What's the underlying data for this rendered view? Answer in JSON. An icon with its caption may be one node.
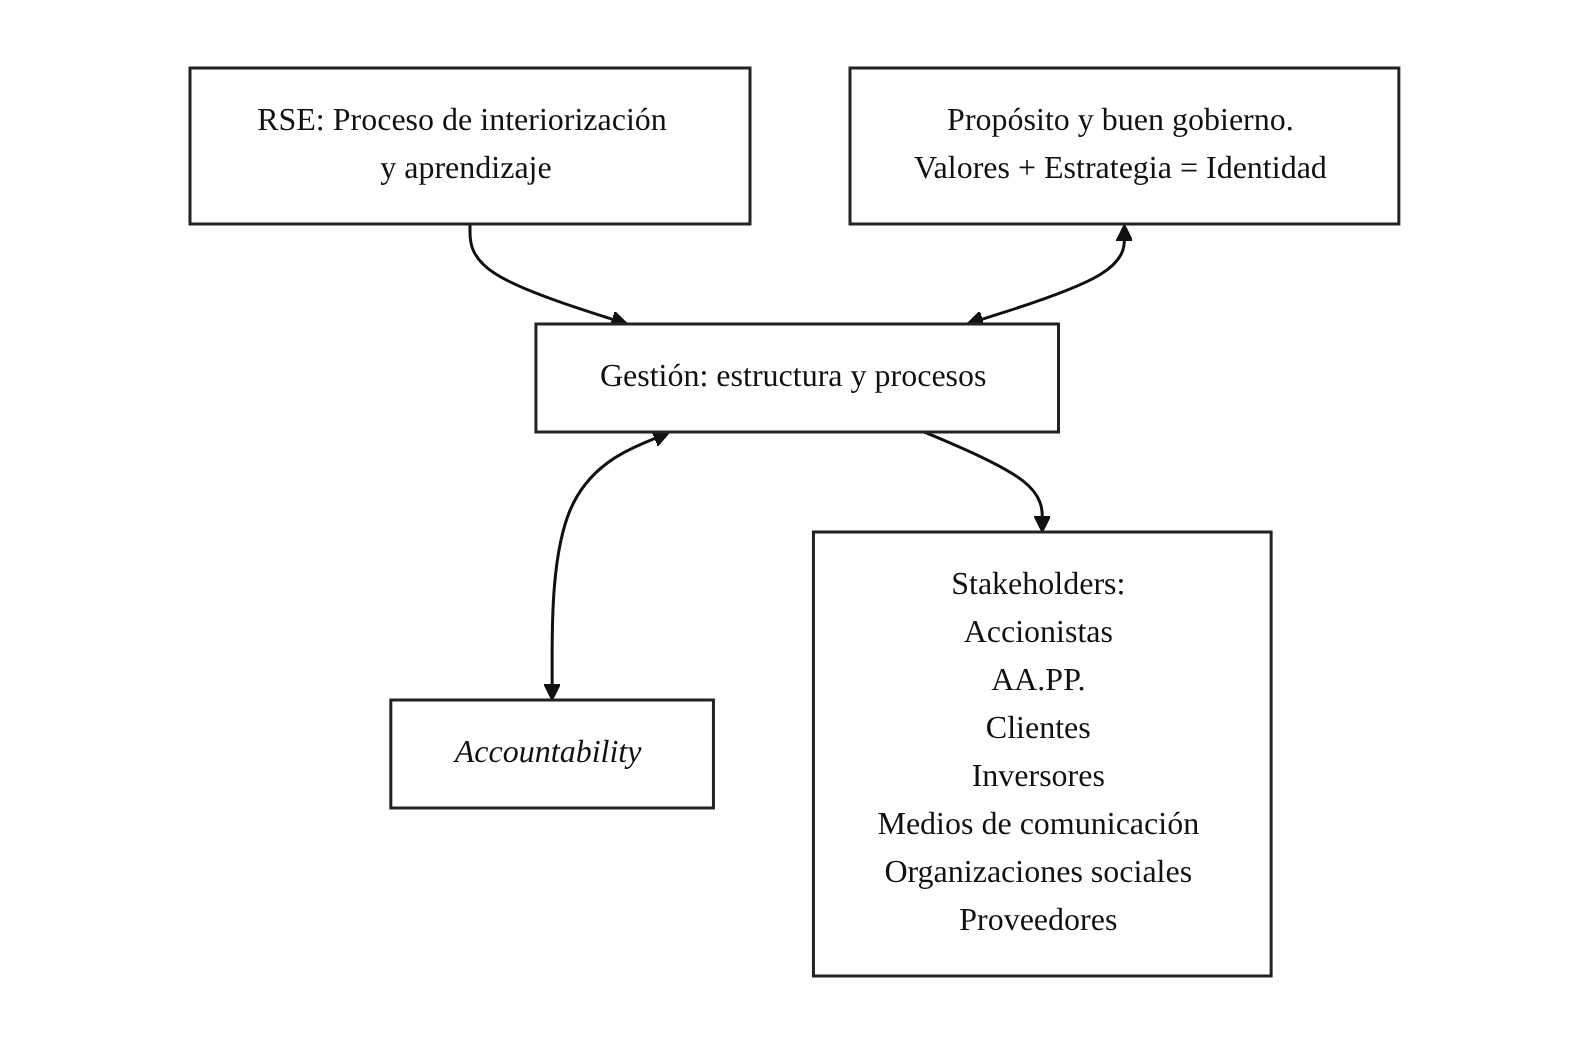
{
  "diagram": {
    "nodes": [
      {
        "text": [
          "RSE: Proceso de interiorización y aprendizaje"
        ]
      },
      {
        "text": [
          "Gestión: estructura y procesos"
        ]
      },
      {
        "text": [
          "Propósito y buen gobierno.",
          "Valores + Estrategia = Identidad"
        ]
      },
      {
        "text": [
          "Accountability"
        ]
      },
      {
        "text": [
          "Stakeholders:",
          "Accionistas",
          "AA.PP.",
          "Clientes",
          "Inversores",
          "Medios de comunicación",
          "Organizaciones sociales",
          "Proveedores"
        ]
      }
    ],
    "edges": [
      {
        "from": 0,
        "to": 1,
        "arrow": "to"
      },
      {
        "from": 2,
        "to": 1,
        "arrow": "both"
      },
      {
        "from": 1,
        "to": 3,
        "arrow": "both"
      },
      {
        "from": 1,
        "to": 4,
        "arrow": "to"
      }
    ]
  }
}
